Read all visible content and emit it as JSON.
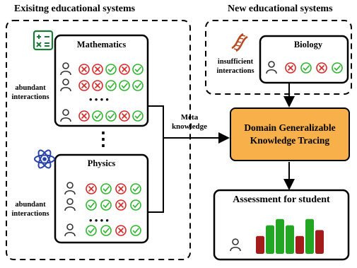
{
  "headers": {
    "existing": "Exisitng educational systems",
    "new": "New educational systems"
  },
  "mathematics": {
    "title": "Mathematics",
    "side_label": [
      "abundant",
      "interactions"
    ],
    "icon": "calculator-icon",
    "rows": [
      [
        "wrong",
        "wrong",
        "correct",
        "wrong",
        "correct"
      ],
      [
        "wrong",
        "wrong",
        "correct",
        "correct",
        "correct"
      ],
      [
        "wrong",
        "correct",
        "correct",
        "wrong",
        "correct"
      ]
    ],
    "ellipsis": "• • • •"
  },
  "physics": {
    "title": "Physics",
    "side_label": [
      "abundant",
      "interactions"
    ],
    "icon": "atom-icon",
    "rows": [
      [
        "wrong",
        "correct",
        "wrong",
        "correct"
      ],
      [
        "correct",
        "correct",
        "wrong",
        "correct"
      ],
      [
        "correct",
        "correct",
        "wrong",
        "correct"
      ]
    ],
    "ellipsis": "• • • •"
  },
  "vertical_ellipsis": "⋮",
  "meta_knowledge": [
    "Meta",
    "knowledge"
  ],
  "biology": {
    "title": "Biology",
    "side_label": [
      "insufficient",
      "interactions"
    ],
    "icon": "dna-icon",
    "row": [
      "wrong",
      "correct",
      "wrong",
      "correct"
    ]
  },
  "dgkt": {
    "line1": "Domain Generalizable",
    "line2": "Knowledge Tracing"
  },
  "assessment": {
    "title": "Assessment for student",
    "bars": [
      {
        "level": 0.45,
        "color": "#a31b1b"
      },
      {
        "level": 0.72,
        "color": "#23a623"
      },
      {
        "level": 0.88,
        "color": "#23a623"
      },
      {
        "level": 0.72,
        "color": "#23a623"
      },
      {
        "level": 0.45,
        "color": "#a31b1b"
      },
      {
        "level": 0.88,
        "color": "#23a623"
      },
      {
        "level": 0.6,
        "color": "#a31b1b"
      }
    ]
  },
  "colors": {
    "wrong": "#d62828",
    "correct": "#2fb52f",
    "dgkt_fill": "#f7b04a",
    "icon_dark": "#1a7a3a",
    "atom": "#2742a8",
    "dna": "#b8461e"
  }
}
